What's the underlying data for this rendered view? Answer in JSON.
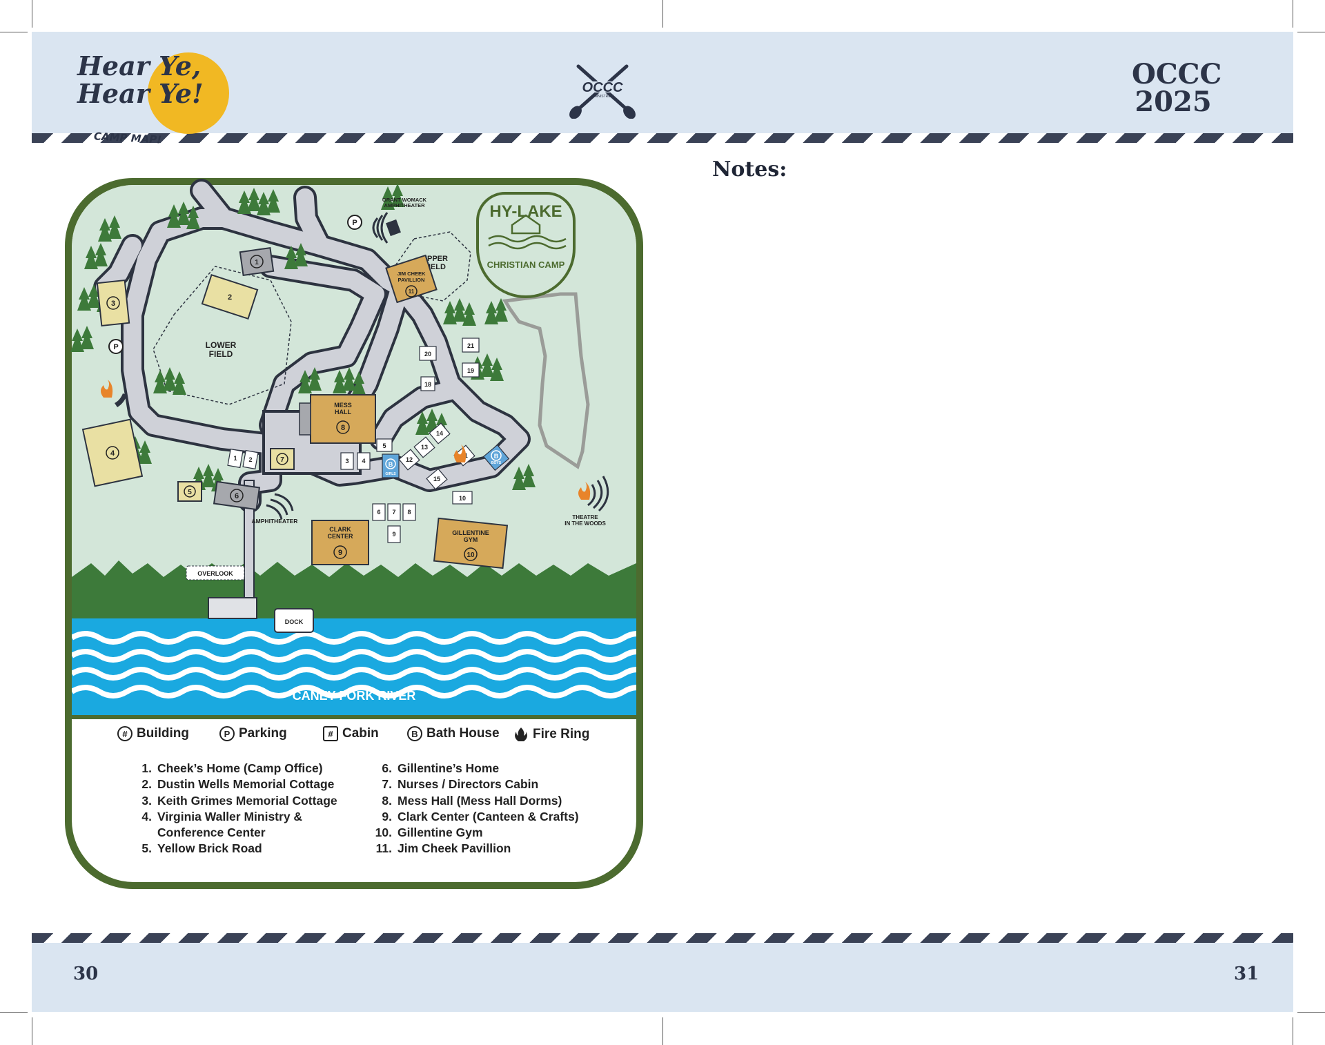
{
  "header": {
    "hear_line1": "Hear Ye,",
    "hear_line2": "Hear Ye!",
    "camp_map_tag": "CAMP MAP!",
    "logo_text": "OCCC",
    "logo_subtext": "MINISTRIES",
    "year_line1": "OCCC",
    "year_line2": "2025"
  },
  "notes_label": "Notes:",
  "page_numbers": {
    "left": "30",
    "right": "31"
  },
  "map": {
    "camp_logo": {
      "line1": "HY-LAKE",
      "line2": "CHRISTIAN CAMP"
    },
    "labels": {
      "grant_womack_1": "GRANT WOMACK",
      "grant_womack_2": "AMPHITHEATER",
      "upper_field_1": "UPPER",
      "upper_field_2": "FIELD",
      "lower_field_1": "LOWER",
      "lower_field_2": "FIELD",
      "jim_cheek_1": "JIM CHEEK",
      "jim_cheek_2": "PAVILLION",
      "mess_hall_1": "MESS",
      "mess_hall_2": "HALL",
      "clark_center_1": "CLARK",
      "clark_center_2": "CENTER",
      "gillentine_gym_1": "GILLENTINE",
      "gillentine_gym_2": "GYM",
      "amphitheater": "AMPHITHEATER",
      "theatre_1": "THEATRE",
      "theatre_2": "IN THE WOODS",
      "overlook": "OVERLOOK",
      "dock": "DOCK",
      "river": "CANEY FORK RIVER",
      "girls": "GIRLS",
      "boys": "BOYS"
    },
    "buildings": [
      "1",
      "2",
      "3",
      "4",
      "5",
      "6",
      "7",
      "8",
      "9",
      "10",
      "11"
    ],
    "cabins": [
      "1",
      "2",
      "3",
      "4",
      "5",
      "6",
      "7",
      "8",
      "9",
      "10",
      "11",
      "12",
      "13",
      "14",
      "15",
      "18",
      "19",
      "20",
      "21"
    ],
    "parking_symbol": "P",
    "bath_symbol": "B",
    "colors": {
      "frame": "#4c6b2f",
      "grass": "#d3e6d9",
      "road": "#cfd1d8",
      "road_edge": "#2d3340",
      "building_tan": "#d6a95a",
      "building_yellow": "#e9e0a3",
      "building_gray": "#a6a8ad",
      "bath_blue": "#5fa5d9",
      "tree": "#3d7a3a",
      "river": "#1aa9e0",
      "trail": "#9a9c98"
    }
  },
  "legend": {
    "building_symbol": "#",
    "building": "Building",
    "parking_symbol": "P",
    "parking": "Parking",
    "cabin_symbol": "#",
    "cabin": "Cabin",
    "bath_symbol": "B",
    "bath_house": "Bath House",
    "fire_ring": "Fire Ring"
  },
  "building_list_left": [
    {
      "num": "1.",
      "name": "Cheek’s Home (Camp Office)"
    },
    {
      "num": "2.",
      "name": "Dustin Wells Memorial Cottage"
    },
    {
      "num": "3.",
      "name": "Keith Grimes Memorial Cottage"
    },
    {
      "num": "4.",
      "name": "Virginia Waller Ministry &",
      "cont": "Conference Center"
    },
    {
      "num": "5.",
      "name": "Yellow Brick Road"
    }
  ],
  "building_list_right": [
    {
      "num": "6.",
      "name": "Gillentine’s Home"
    },
    {
      "num": "7.",
      "name": "Nurses / Directors Cabin"
    },
    {
      "num": "8.",
      "name": "Mess Hall (Mess Hall Dorms)"
    },
    {
      "num": "9.",
      "name": "Clark Center (Canteen & Crafts)"
    },
    {
      "num": "10.",
      "name": "Gillentine Gym"
    },
    {
      "num": "11.",
      "name": "Jim Cheek Pavillion"
    }
  ]
}
